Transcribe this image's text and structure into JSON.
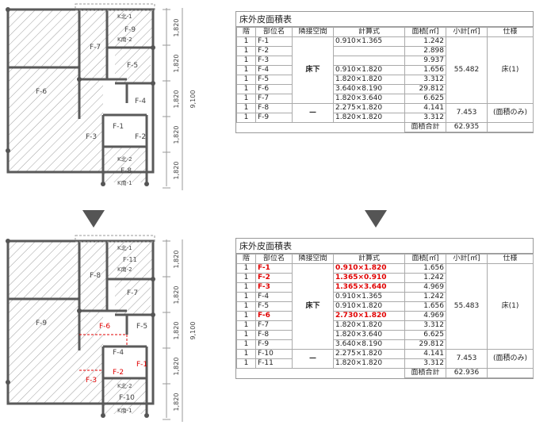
{
  "plans": {
    "top": {
      "rooms": [
        "F-6",
        "F-7",
        "F-9",
        "K南-2",
        "K北-1",
        "F-5",
        "F-4",
        "F-1",
        "F-2",
        "F-3",
        "K北-2",
        "F-8",
        "K南-1"
      ],
      "dims": [
        "1,820",
        "1,820",
        "1,820",
        "1,820",
        "1,820",
        "9,100"
      ]
    },
    "bottom": {
      "rooms": [
        "F-9",
        "F-8",
        "F-11",
        "K南-2",
        "K北-1",
        "F-7",
        "F-6",
        "F-5",
        "F-4",
        "F-1",
        "F-2",
        "F-3",
        "K北-2",
        "F-10",
        "K南-1"
      ],
      "dims": [
        "1,820",
        "1,820",
        "1,820",
        "1,820",
        "1,820",
        "9,100"
      ]
    }
  },
  "table_top": {
    "title": "床外皮面積表",
    "headers": [
      "階",
      "部位名",
      "隣接空間",
      "計算式",
      "面積[㎡]",
      "小計[㎡]",
      "仕様"
    ],
    "rows": [
      {
        "floor": "1",
        "part": "F-1",
        "formula": "0.910×1.365",
        "area": "1.242"
      },
      {
        "floor": "1",
        "part": "F-2",
        "formula": "",
        "area": "2.898"
      },
      {
        "floor": "1",
        "part": "F-3",
        "formula": "",
        "area": "9.937"
      },
      {
        "floor": "1",
        "part": "F-4",
        "formula": "0.910×1.820",
        "area": "1.656"
      },
      {
        "floor": "1",
        "part": "F-5",
        "formula": "1.820×1.820",
        "area": "3.312"
      },
      {
        "floor": "1",
        "part": "F-6",
        "formula": "3.640×8.190",
        "area": "29.812"
      },
      {
        "floor": "1",
        "part": "F-7",
        "formula": "1.820×3.640",
        "area": "6.625"
      },
      {
        "floor": "1",
        "part": "F-8",
        "formula": "2.275×1.820",
        "area": "4.141"
      },
      {
        "floor": "1",
        "part": "F-9",
        "formula": "1.820×1.820",
        "area": "3.312"
      }
    ],
    "adjacent_1": "床下",
    "adjacent_2": "—",
    "subtotal_1": "55.482",
    "subtotal_2": "7.453",
    "spec_1": "床(1)",
    "spec_2": "(面積のみ)",
    "total_label": "面積合計",
    "total_value": "62.935"
  },
  "table_bottom": {
    "title": "床外皮面積表",
    "headers": [
      "階",
      "部位名",
      "隣接空間",
      "計算式",
      "面積[㎡]",
      "小計[㎡]",
      "仕様"
    ],
    "rows": [
      {
        "floor": "1",
        "part": "F-1",
        "formula": "0.910×1.820",
        "area": "1.656",
        "changed": true
      },
      {
        "floor": "1",
        "part": "F-2",
        "formula": "1.365×0.910",
        "area": "1.242",
        "changed": true
      },
      {
        "floor": "1",
        "part": "F-3",
        "formula": "1.365×3.640",
        "area": "4.969",
        "changed": true
      },
      {
        "floor": "1",
        "part": "F-4",
        "formula": "0.910×1.365",
        "area": "1.242",
        "changed": false
      },
      {
        "floor": "1",
        "part": "F-5",
        "formula": "0.910×1.820",
        "area": "1.656",
        "changed": false
      },
      {
        "floor": "1",
        "part": "F-6",
        "formula": "2.730×1.820",
        "area": "4.969",
        "changed": true
      },
      {
        "floor": "1",
        "part": "F-7",
        "formula": "1.820×1.820",
        "area": "3.312",
        "changed": false
      },
      {
        "floor": "1",
        "part": "F-8",
        "formula": "1.820×3.640",
        "area": "6.625",
        "changed": false
      },
      {
        "floor": "1",
        "part": "F-9",
        "formula": "3.640×8.190",
        "area": "29.812",
        "changed": false
      },
      {
        "floor": "1",
        "part": "F-10",
        "formula": "2.275×1.820",
        "area": "4.141",
        "changed": false
      },
      {
        "floor": "1",
        "part": "F-11",
        "formula": "1.820×1.820",
        "area": "3.312",
        "changed": false
      }
    ],
    "adjacent_1": "床下",
    "adjacent_2": "—",
    "subtotal_1": "55.483",
    "subtotal_2": "7.453",
    "spec_1": "床(1)",
    "spec_2": "(面積のみ)",
    "total_label": "面積合計",
    "total_value": "62.936"
  },
  "colors": {
    "changed_text": "#e00000",
    "hatch": "#9a9a9a",
    "wall": "#5a5a5a",
    "arrow": "#555555"
  }
}
